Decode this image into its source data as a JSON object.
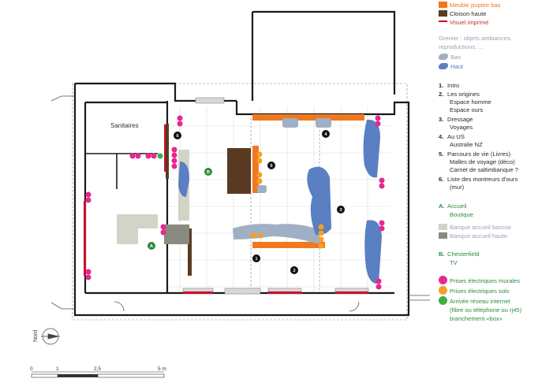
{
  "legend": {
    "furniture": [
      {
        "label": "Meuble pupitre bas",
        "color": "#f07820"
      },
      {
        "label": "Cloison haute",
        "color": "#5b3a22"
      },
      {
        "label": "Visuel imprimé",
        "color": "#c8102e"
      }
    ],
    "grenier": {
      "title_line1": "Grenier : objets ambiances,",
      "title_line2": "reproductions, ...",
      "bas": "Bas",
      "haut": "Haut",
      "bas_color": "#9fb0c4",
      "haut_color": "#5a7fc2"
    },
    "sections": [
      {
        "num": "1.",
        "lines": [
          "Intro"
        ]
      },
      {
        "num": "2.",
        "lines": [
          "Les origines",
          "Espace homme",
          "Espace ours"
        ]
      },
      {
        "num": "3.",
        "lines": [
          "Dressage",
          "Voyages"
        ]
      },
      {
        "num": "4.",
        "lines": [
          "Au US",
          "Australie NZ"
        ]
      },
      {
        "num": "5.",
        "lines": [
          "Parcours de vie (Livres)",
          "Malles de voyage (déco)",
          "Carnet de saltimbanque ?"
        ]
      },
      {
        "num": "6.",
        "lines": [
          "Liste des montreurs d'ours",
          "(mur)"
        ]
      }
    ],
    "accueil": {
      "num": "A.",
      "line1": "Accueil",
      "line2": "Boutique",
      "banque_basse": "Banque accueil bassse",
      "banque_haute": "Banque accueil haute",
      "basse_color": "#d3d3c8",
      "haute_color": "#8a8a80"
    },
    "chesterfield": {
      "num": "B.",
      "line1": "Chesterfield",
      "line2": "TV"
    },
    "prises": [
      {
        "label": "Prises électriques murales",
        "color": "#e8278f"
      },
      {
        "label": "Prises électriques sols",
        "color": "#f5a020"
      },
      {
        "label": "Arrivée réseau internet",
        "color": "#3cb043"
      }
    ],
    "reseau_line2": "(fibre ou téléphone ou rj45)",
    "reseau_line3": "branchement «box»"
  },
  "plan": {
    "room_label": "Sanitaires",
    "north_label": "Nord",
    "markers": [
      "A",
      "B",
      "1",
      "2",
      "3",
      "4",
      "5",
      "6"
    ],
    "scale_labels": [
      "0",
      "1",
      "2,5",
      "5 m"
    ]
  }
}
